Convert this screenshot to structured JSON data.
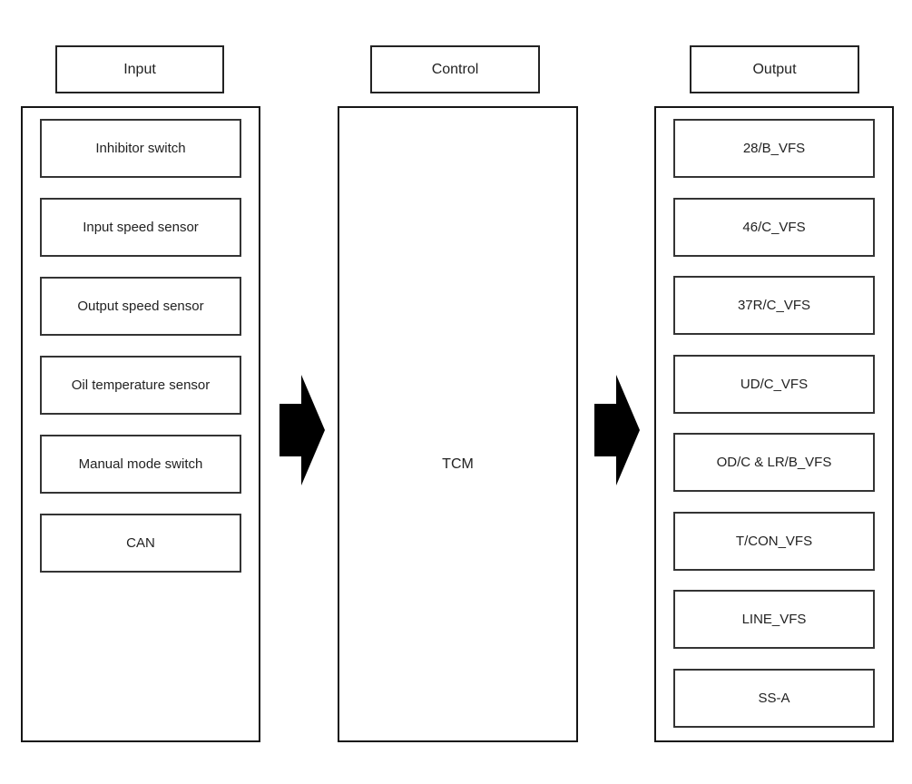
{
  "columns": {
    "input": {
      "header": "Input",
      "items": [
        "Inhibitor switch",
        "Input speed sensor",
        "Output speed sensor",
        "Oil temperature sensor",
        "Manual mode switch",
        "CAN"
      ]
    },
    "control": {
      "header": "Control",
      "label": "TCM"
    },
    "output": {
      "header": "Output",
      "items": [
        "28/B_VFS",
        "46/C_VFS",
        "37R/C_VFS",
        "UD/C_VFS",
        "OD/C & LR/B_VFS",
        "T/CON_VFS",
        "LINE_VFS",
        "SS-A"
      ]
    }
  },
  "icons": {
    "flow_arrow": "right-block-arrow"
  },
  "colors": {
    "background": "#ffffff",
    "outer_border": "#161616",
    "node_border": "#343434",
    "text": "#222222",
    "arrow_fill": "#000000"
  }
}
